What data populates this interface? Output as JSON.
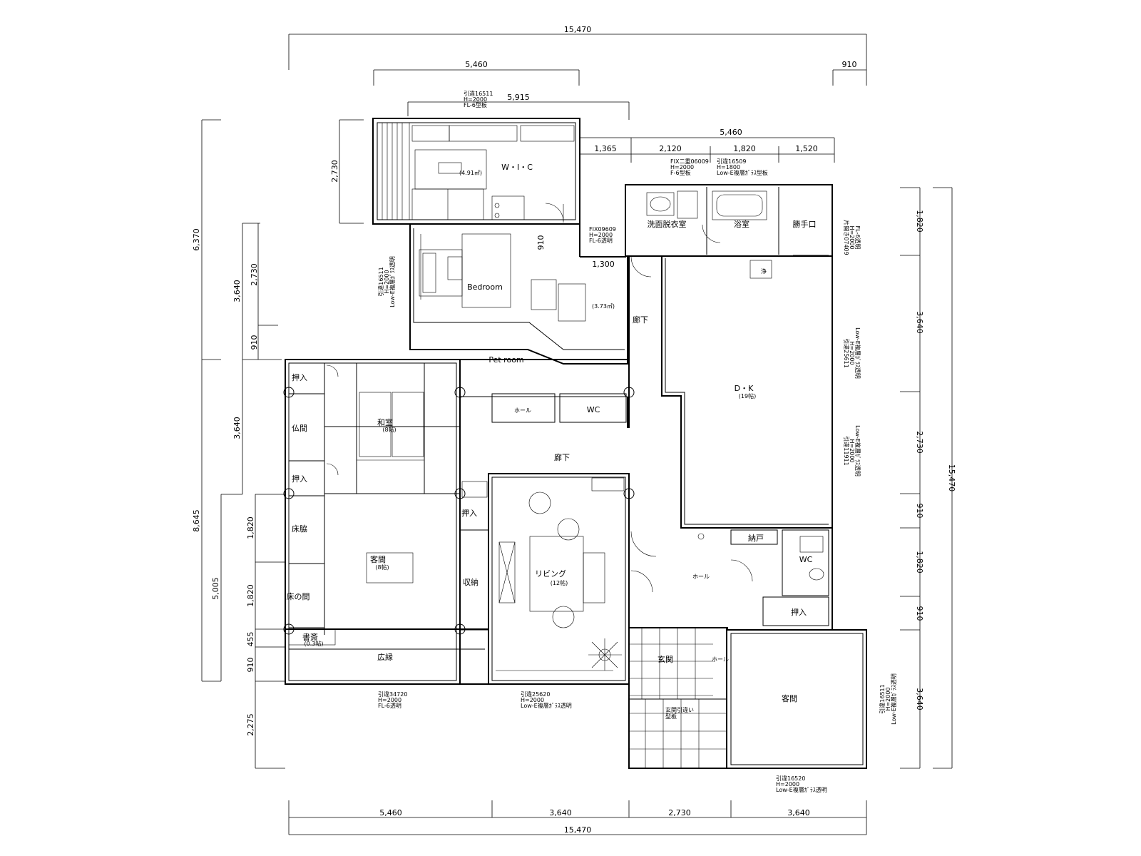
{
  "rooms": {
    "wic": "W・I・C",
    "wic_area": "(4.91㎡)",
    "bedroom": "Bedroom",
    "alcove_area": "(3.73㎡)",
    "pet_room": "Pet room",
    "sento": "洗面脱衣室",
    "bath": "浴室",
    "katteguchi": "勝手口",
    "rouka1": "廊下",
    "dk": "D・K",
    "dk_size": "(19帖)",
    "hall_upper": "ホール",
    "wc_upper": "WC",
    "oshiire1": "押入",
    "butsuma": "仏間",
    "washitsu": "和室",
    "washitsu_size": "(8帖)",
    "oshiire2": "押入",
    "rouka2": "廊下",
    "oshiire3": "押入",
    "tokowaki": "床脇",
    "kyakuma": "客間",
    "kyakuma_size": "(8帖)",
    "shuno": "収納",
    "living": "リビング",
    "living_size": "(12帖)",
    "tokonoma": "床の間",
    "shosai": "書斎",
    "shosai_size": "(0.3帖)",
    "hiroen": "広縁",
    "hall_lower": "ホール",
    "nando": "納戸",
    "wc_lower": "WC",
    "oshiire4": "押入",
    "genkan": "玄関",
    "hall_small": "ホール",
    "kyakuma2": "客間",
    "sink": "浄"
  },
  "notes": {
    "top_window_1": "引違16511",
    "top_window_2": "H=2000",
    "top_window_3": "FL-6型板",
    "fix1_1": "FIX二重06009",
    "fix1_2": "H=2000",
    "fix1_3": "F-6型板",
    "bath_win_1": "引違16509",
    "bath_win_2": "H=1800",
    "bath_win_3": "Low-E複層ｶﾞﾗｽ型板",
    "fix2_1": "FIX09609",
    "fix2_2": "H=2000",
    "fix2_3": "FL-6透明",
    "bed_win_1": "引違16511",
    "bed_win_2": "H=2000",
    "bed_win_3": "Low-E複層ｶﾞﾗｽ透明",
    "kat_win_1": "片開き07409",
    "kat_win_2": "H=2000",
    "kat_win_3": "FL-6透明",
    "dk_win1_1": "引違25611",
    "dk_win1_2": "H=2000",
    "dk_win1_3": "Low-E複層ｶﾞﾗｽ透明",
    "dk_win2_1": "引違11911",
    "dk_win2_2": "H=2000",
    "dk_win2_3": "Low-E複層ｶﾞﾗｽ透明",
    "bot_win1_1": "引違34720",
    "bot_win1_2": "H=2000",
    "bot_win1_3": "FL-6透明",
    "bot_win2_1": "引違25620",
    "bot_win2_2": "H=2000",
    "bot_win2_3": "Low-E複層ｶﾞﾗｽ透明",
    "genkan_door_1": "玄関引違い",
    "genkan_door_2": "型板",
    "right_win_1": "引違16511",
    "right_win_2": "H=2000",
    "right_win_3": "Low-E複層ｶﾞﾗｽ透明",
    "bot_win3_1": "引違16520",
    "bot_win3_2": "H=2000",
    "bot_win3_3": "Low-E複層ｶﾞﾗｽ透明"
  },
  "dimensions": {
    "top_overall": "15,470",
    "top_left": "5,460",
    "top_right": "910",
    "top_wic": "5,915",
    "upper_right_total": "5,460",
    "ur_1": "1,365",
    "ur_2": "2,120",
    "ur_3": "1,820",
    "ur_4": "1,520",
    "wic_h": "2,730",
    "wc_gap": "910",
    "hall_w": "1,300",
    "left_outer_1": "6,370",
    "left_outer_2": "8,645",
    "left_mid_1": "3,640",
    "left_mid_2": "3,640",
    "left_mid_3": "5,005",
    "left_in_1": "2,730",
    "left_in_2": "910",
    "left_in_3": "1,820",
    "left_in_4": "1,820",
    "left_in_5": "455",
    "left_in_6": "910",
    "left_in_7": "2,275",
    "right_outer": "15,470",
    "right_1": "1,820",
    "right_2": "3,640",
    "right_3": "2,730",
    "right_4": "910",
    "right_5": "1,820",
    "right_6": "910",
    "right_7": "3,640",
    "bottom_1": "5,460",
    "bottom_2": "3,640",
    "bottom_3": "2,730",
    "bottom_4": "3,640",
    "bottom_overall": "15,470"
  }
}
